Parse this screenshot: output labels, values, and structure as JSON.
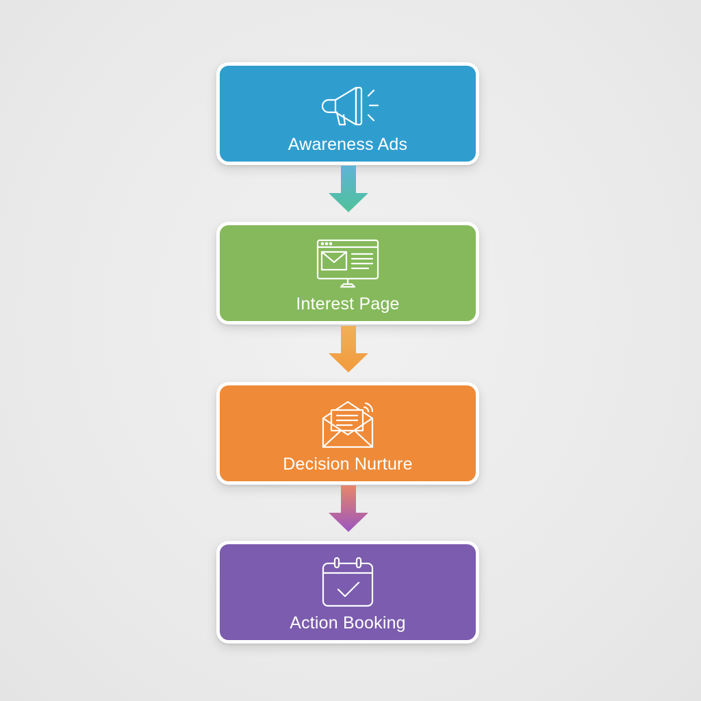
{
  "steps": [
    {
      "label": "Awareness Ads",
      "icon": "megaphone-icon",
      "color": "#2f9ecf"
    },
    {
      "label": "Interest Page",
      "icon": "monitor-email-icon",
      "color": "#85b95b"
    },
    {
      "label": "Decision Nurture",
      "icon": "open-envelope-icon",
      "color": "#ee8a38"
    },
    {
      "label": "Action Booking",
      "icon": "calendar-check-icon",
      "color": "#7b5cae"
    }
  ],
  "connectors": [
    {
      "icon": "arrow-down-icon",
      "from_color": "#5fb3d6",
      "to_color": "#4fc29a"
    },
    {
      "icon": "arrow-down-icon",
      "from_color": "#f0b057",
      "to_color": "#f29a3d"
    },
    {
      "icon": "arrow-down-icon",
      "from_color": "#e8866a",
      "to_color": "#9a55c0"
    }
  ]
}
